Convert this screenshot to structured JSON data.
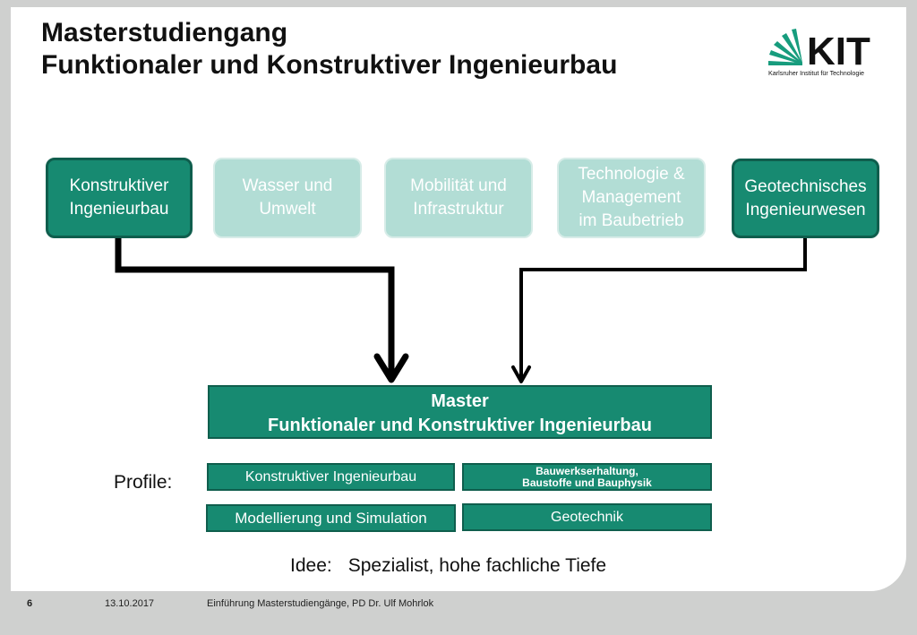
{
  "title": {
    "line1": "Masterstudiengang",
    "line2": "Funktionaler und Konstruktiver Ingenieurbau"
  },
  "logo": {
    "wordmark": "KIT",
    "tagline": "Karlsruher Institut für Technologie",
    "color": "#179c7d"
  },
  "fields": [
    {
      "line1": "Konstruktiver",
      "line2": "Ingenieurbau",
      "highlighted": true
    },
    {
      "line1": "Wasser und",
      "line2": "Umwelt",
      "highlighted": false
    },
    {
      "line1": "Mobilität und",
      "line2": "Infrastruktur",
      "highlighted": false
    },
    {
      "line1": "Technologie &",
      "line2": "Management",
      "line3": "im Baubetrieb",
      "highlighted": false
    },
    {
      "line1": "Geotechnisches",
      "line2": "Ingenieurwesen",
      "highlighted": true
    }
  ],
  "master": {
    "line1": "Master",
    "line2": "Funktionaler und Konstruktiver Ingenieurbau"
  },
  "profiles": {
    "label": "Profile:",
    "items": [
      "Konstruktiver Ingenieurbau",
      "Bauwerkserhaltung,",
      "Baustoffe und Bauphysik",
      "Modellierung und Simulation",
      "Geotechnik"
    ]
  },
  "idea": {
    "label": "Idee:",
    "text": "Spezialist, hohe fachliche Tiefe"
  },
  "footer": {
    "page": "6",
    "date": "13.10.2017",
    "text": "Einführung Masterstudiengänge,  PD Dr. Ulf Mohrlok"
  },
  "colors": {
    "accent": "#178a71",
    "accent_light": "#b2ddd5",
    "background": "#cfd0cf"
  }
}
